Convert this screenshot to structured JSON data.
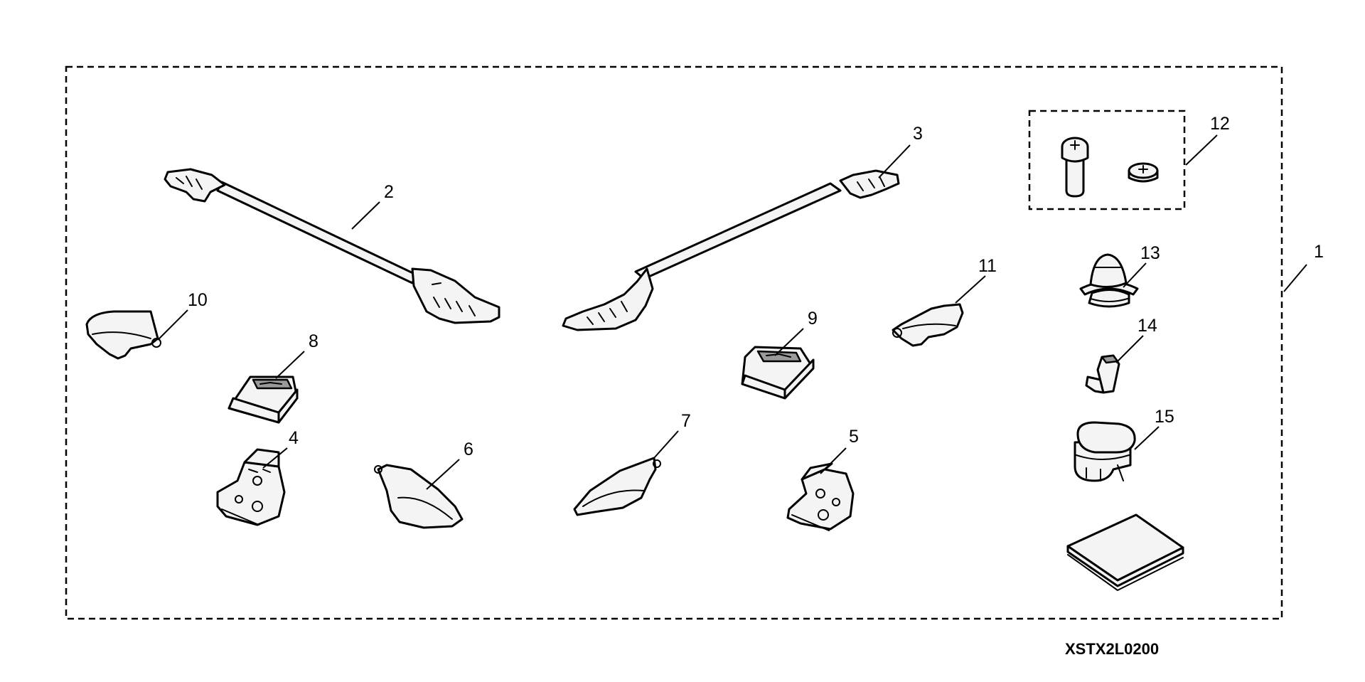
{
  "diagram_code": "XSTX2L0200",
  "callouts": [
    {
      "id": "c1",
      "label": "1"
    },
    {
      "id": "c2",
      "label": "2"
    },
    {
      "id": "c3",
      "label": "3"
    },
    {
      "id": "c4",
      "label": "4"
    },
    {
      "id": "c5",
      "label": "5"
    },
    {
      "id": "c6",
      "label": "6"
    },
    {
      "id": "c7",
      "label": "7"
    },
    {
      "id": "c8",
      "label": "8"
    },
    {
      "id": "c9",
      "label": "9"
    },
    {
      "id": "c10",
      "label": "10"
    },
    {
      "id": "c11",
      "label": "11"
    },
    {
      "id": "c12",
      "label": "12"
    },
    {
      "id": "c13",
      "label": "13"
    },
    {
      "id": "c14",
      "label": "14"
    },
    {
      "id": "c15",
      "label": "15"
    }
  ]
}
